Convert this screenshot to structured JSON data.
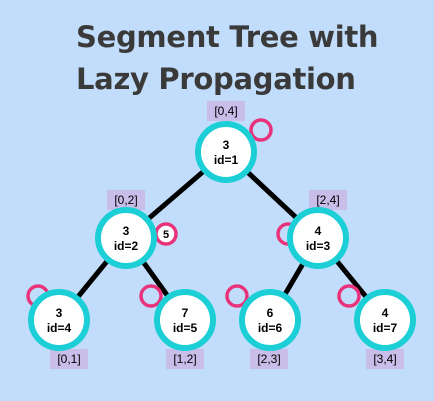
{
  "title": {
    "line1": "Segment Tree with",
    "line2": "Lazy Propagation"
  },
  "colors": {
    "background": "#c2ddfb",
    "node_ring": "#1ccfd6",
    "lazy_ring": "#e8337a",
    "range_label": "#c9bdea",
    "edge": "#000000"
  },
  "tree": {
    "nodes": [
      {
        "id": "1",
        "value": "3",
        "label": "id=1",
        "range": "[0,4]",
        "lazy": "",
        "lazy_side": "right"
      },
      {
        "id": "2",
        "value": "3",
        "label": "id=2",
        "range": "[0,2]",
        "lazy": "5",
        "lazy_side": "right"
      },
      {
        "id": "3",
        "value": "4",
        "label": "id=3",
        "range": "[2,4]",
        "lazy": "",
        "lazy_side": "left"
      },
      {
        "id": "4",
        "value": "3",
        "label": "id=4",
        "range": "[0,1]",
        "lazy": "",
        "lazy_side": "left"
      },
      {
        "id": "5",
        "value": "7",
        "label": "id=5",
        "range": "[1,2]",
        "lazy": "",
        "lazy_side": "left"
      },
      {
        "id": "6",
        "value": "6",
        "label": "id=6",
        "range": "[2,3]",
        "lazy": "",
        "lazy_side": "left"
      },
      {
        "id": "7",
        "value": "4",
        "label": "id=7",
        "range": "[3,4]",
        "lazy": "",
        "lazy_side": "left"
      }
    ],
    "edges": [
      {
        "from": "1",
        "to": "2"
      },
      {
        "from": "1",
        "to": "3"
      },
      {
        "from": "2",
        "to": "4"
      },
      {
        "from": "2",
        "to": "5"
      },
      {
        "from": "3",
        "to": "6"
      },
      {
        "from": "3",
        "to": "7"
      }
    ]
  }
}
